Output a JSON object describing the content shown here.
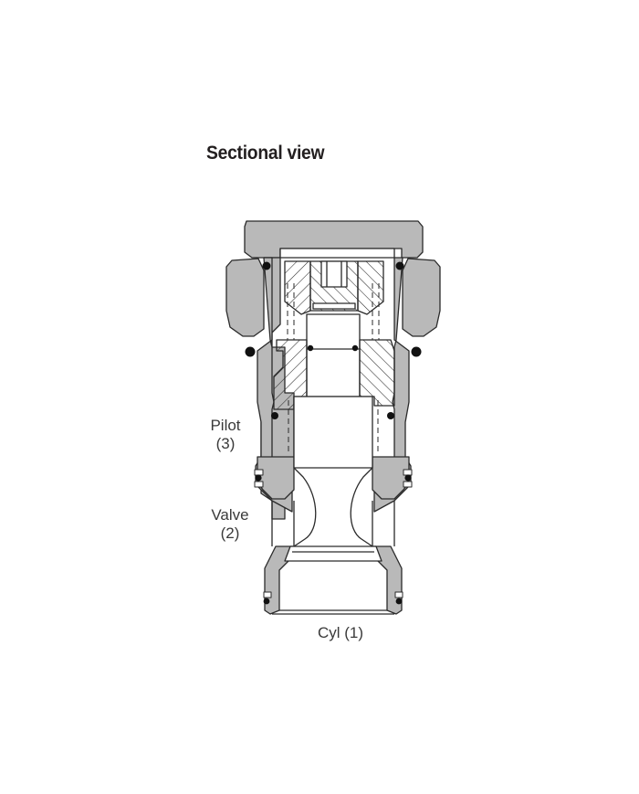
{
  "title": "Sectional view",
  "ports": {
    "pilot": {
      "name": "Pilot",
      "number": "(3)"
    },
    "valve": {
      "name": "Valve",
      "number": "(2)"
    },
    "cyl": {
      "label": "Cyl (1)"
    }
  },
  "colors": {
    "body_fill": "#b9b9b9",
    "outline": "#2a2a2a",
    "hatch": "#2a2a2a",
    "seal": "#111111",
    "background": "#ffffff",
    "text": "#3a3a3a"
  }
}
